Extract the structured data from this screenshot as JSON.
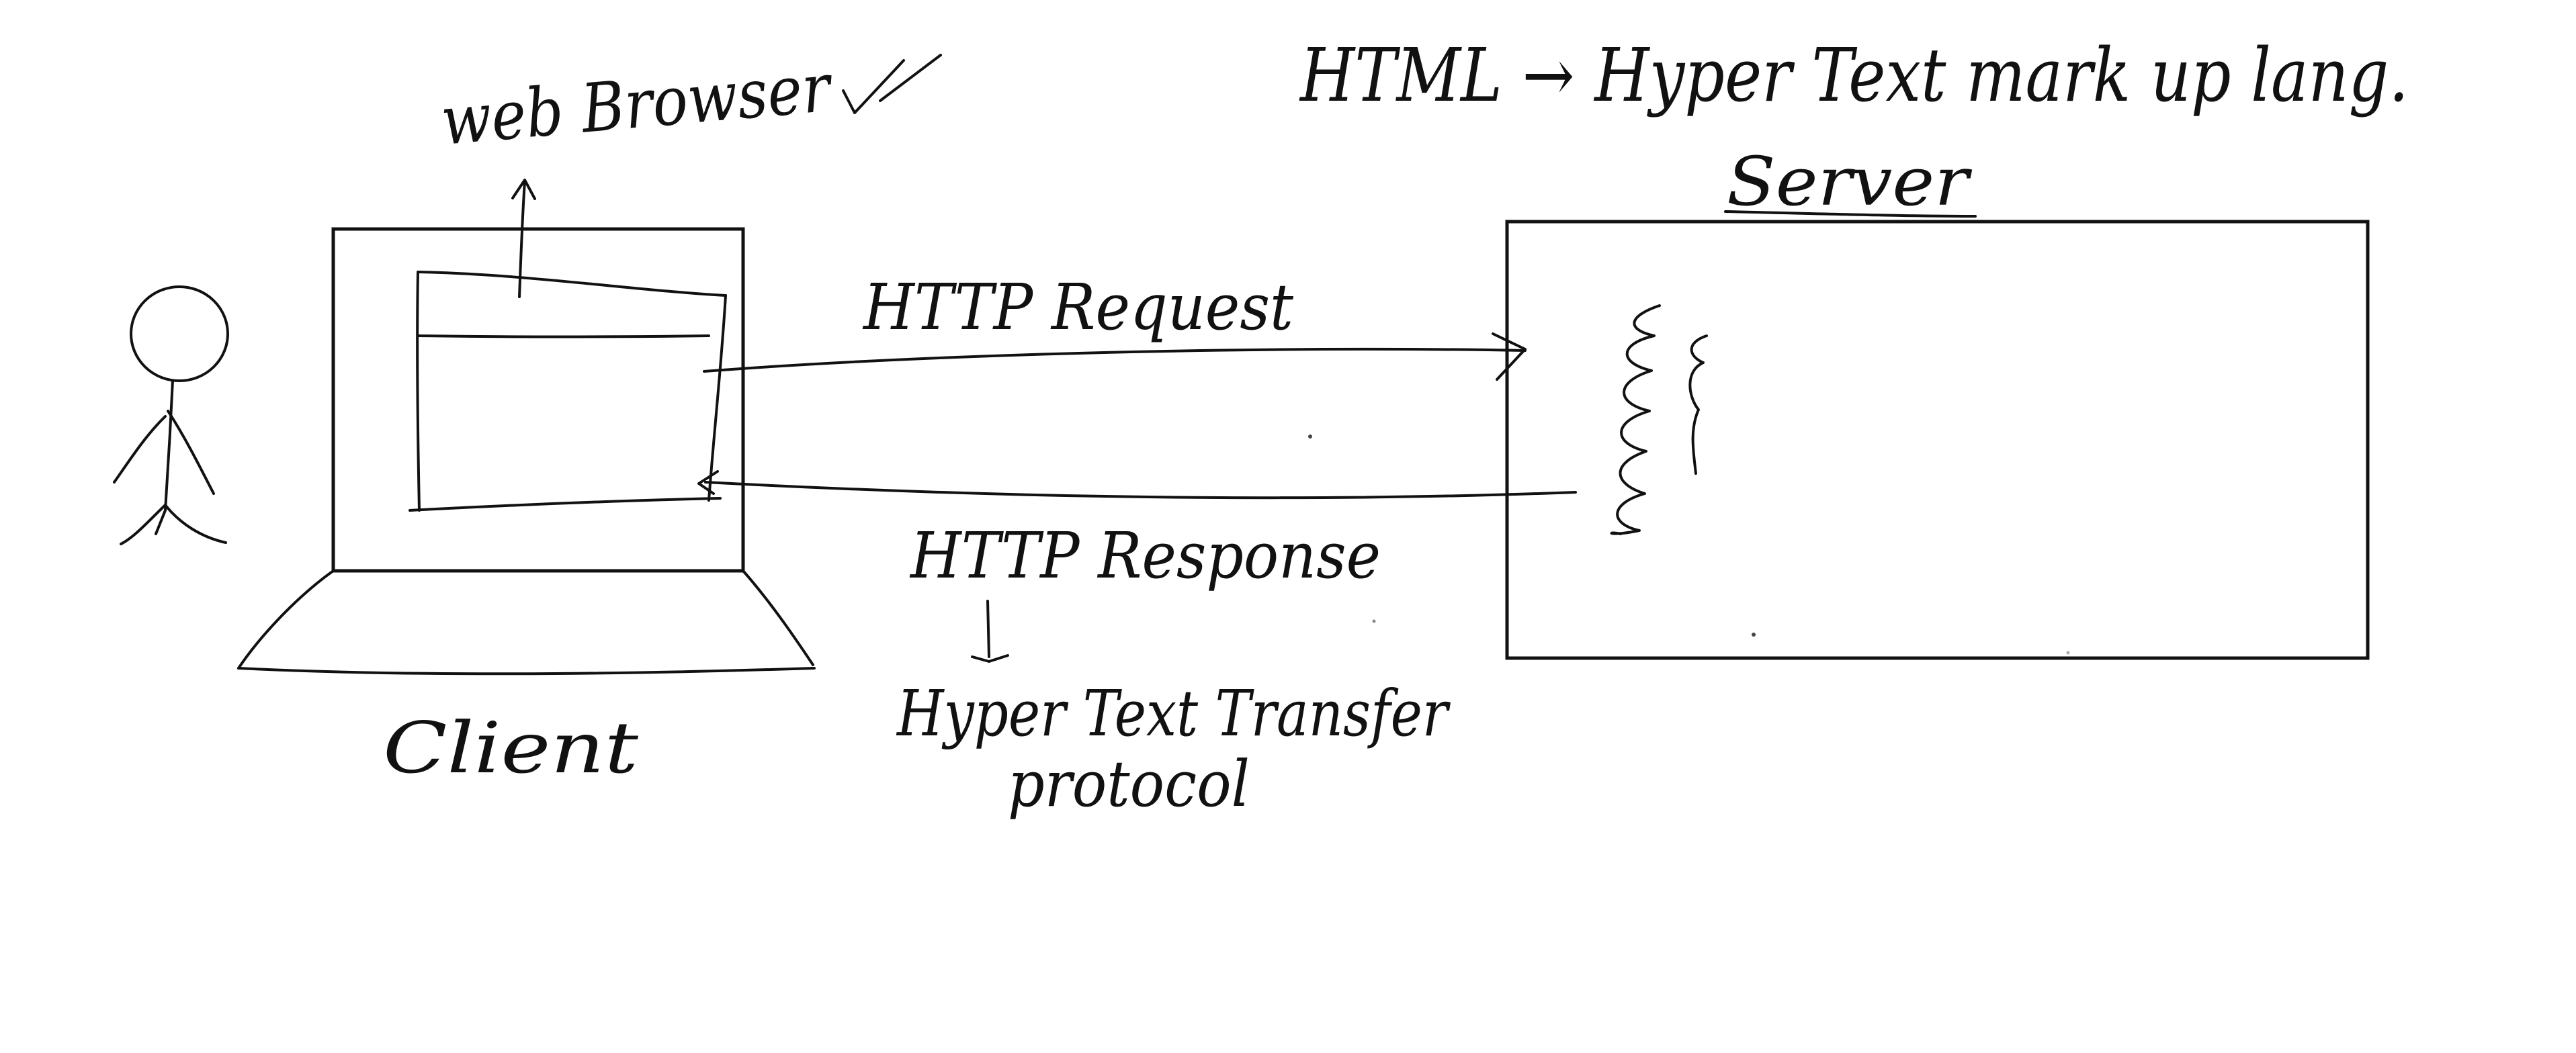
{
  "labels": {
    "web_browser": "web Browser",
    "html_note": "HTML → Hyper Text mark up lang.",
    "server": "Server",
    "http_request": "HTTP Request",
    "http_response": "HTTP Response",
    "http_expansion_line1": "Hyper Text Transfer",
    "http_expansion_line2": "protocol",
    "client": "Client"
  },
  "colors": {
    "ink": "#111111",
    "background": "#ffffff"
  },
  "icons": [
    "stick-figure-icon",
    "laptop-icon",
    "tick-mark-icon",
    "arrow-up-icon",
    "arrow-right-icon",
    "arrow-left-icon",
    "arrow-down-icon"
  ]
}
